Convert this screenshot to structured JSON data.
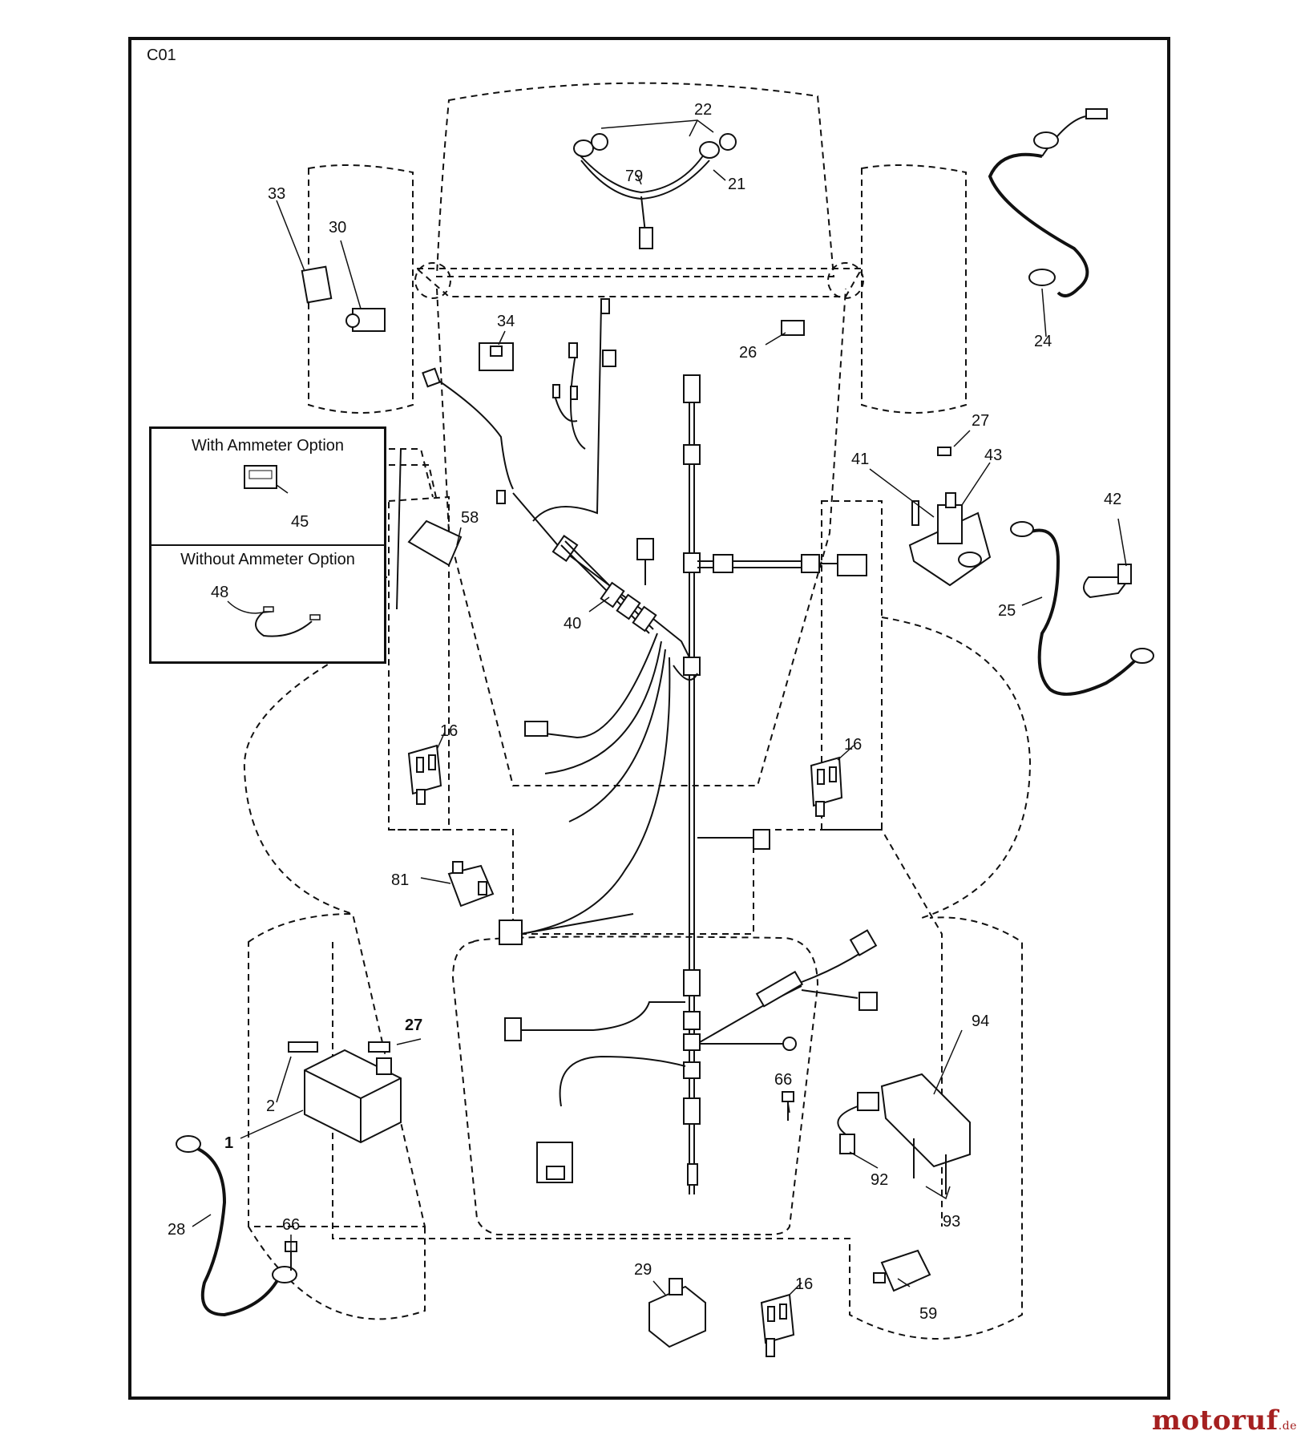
{
  "diagram_code": "C01",
  "inset": {
    "with_ammeter": "With Ammeter Option",
    "without_ammeter": "Without Ammeter Option"
  },
  "labels": {
    "p22": "22",
    "p79": "79",
    "p21": "21",
    "p33": "33",
    "p30": "30",
    "p24": "24",
    "p34": "34",
    "p26": "26",
    "p27a": "27",
    "p41": "41",
    "p43": "43",
    "p42": "42",
    "p45": "45",
    "p58": "58",
    "p48": "48",
    "p40": "40",
    "p25": "25",
    "p16a": "16",
    "p16b": "16",
    "p81": "81",
    "p27b": "27",
    "p94": "94",
    "p2": "2",
    "p1": "1",
    "p66a": "66",
    "p66b": "66",
    "p92": "92",
    "p28": "28",
    "p93": "93",
    "p29": "29",
    "p16c": "16",
    "p59": "59"
  },
  "watermark": {
    "brand": "motoruf",
    "suffix": ".de"
  }
}
